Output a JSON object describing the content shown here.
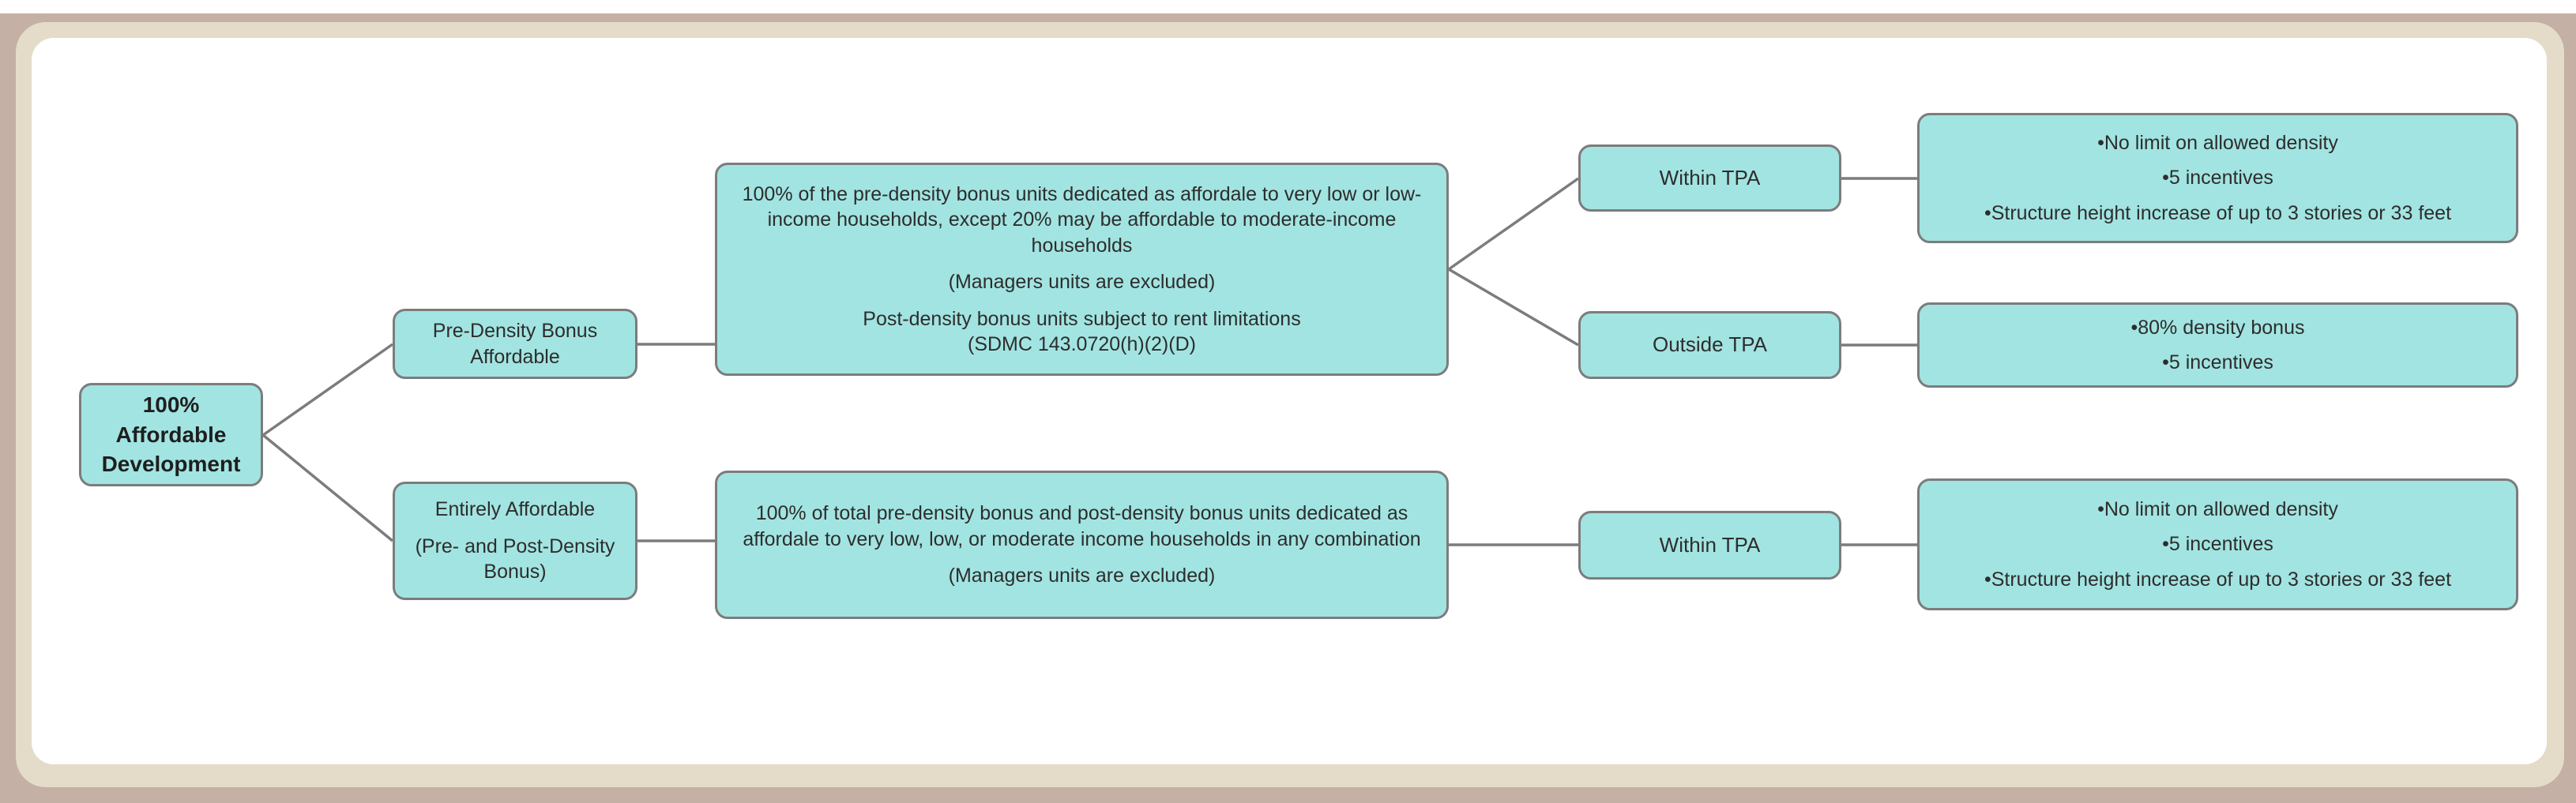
{
  "diagram_title": "100% Affordable Development decision tree",
  "colors": {
    "frame_band": "#c4b0a4",
    "frame_border": "#e4dcc9",
    "content_bg": "#ffffff",
    "node_fill": "#a2e4e1",
    "node_border": "#7c7c7c",
    "connector": "#7c7c7c",
    "text": "#2d2d2d",
    "root_text": "#1e1e1e"
  },
  "nodes": {
    "root": {
      "line1": "100%",
      "line2": "Affordable",
      "line3": "Development"
    },
    "pre_density": {
      "text": "Pre-Density Bonus Affordable"
    },
    "entirely": {
      "para1": "Entirely Affordable",
      "para2": "(Pre- and Post-Density Bonus)"
    },
    "big_top": {
      "para1": "100% of the pre-density bonus units dedicated as affordale to very low or low-income households, except 20% may be affordable to moderate-income households",
      "para2": "(Managers units are excluded)",
      "para3_line1": "Post-density bonus units subject to rent limitations",
      "para3_line2": "(SDMC 143.0720(h)(2)(D)"
    },
    "big_bottom": {
      "para1": "100% of total pre-density bonus and post-density bonus units dedicated as affordale to very low, low, or moderate income households in any combination",
      "para2": "(Managers units are excluded)"
    },
    "within_tpa_top": {
      "text": "Within TPA"
    },
    "outside_tpa": {
      "text": "Outside TPA"
    },
    "within_tpa_bottom": {
      "text": "Within TPA"
    },
    "outcome_top": {
      "bullet1": "•No limit on allowed density",
      "bullet2": "•5 incentives",
      "bullet3": "•Structure height increase of up to 3 stories or 33 feet"
    },
    "outcome_mid": {
      "bullet1": "•80% density bonus",
      "bullet2": "•5 incentives"
    },
    "outcome_bottom": {
      "bullet1": "•No limit on allowed density",
      "bullet2": "•5 incentives",
      "bullet3": "•Structure height increase of up to 3 stories or 33 feet"
    }
  },
  "edges": [
    {
      "from": "root",
      "to": "pre_density"
    },
    {
      "from": "root",
      "to": "entirely"
    },
    {
      "from": "pre_density",
      "to": "big_top"
    },
    {
      "from": "entirely",
      "to": "big_bottom"
    },
    {
      "from": "big_top",
      "to": "within_tpa_top"
    },
    {
      "from": "big_top",
      "to": "outside_tpa"
    },
    {
      "from": "within_tpa_top",
      "to": "outcome_top"
    },
    {
      "from": "outside_tpa",
      "to": "outcome_mid"
    },
    {
      "from": "big_bottom",
      "to": "within_tpa_bottom"
    },
    {
      "from": "within_tpa_bottom",
      "to": "outcome_bottom"
    }
  ]
}
